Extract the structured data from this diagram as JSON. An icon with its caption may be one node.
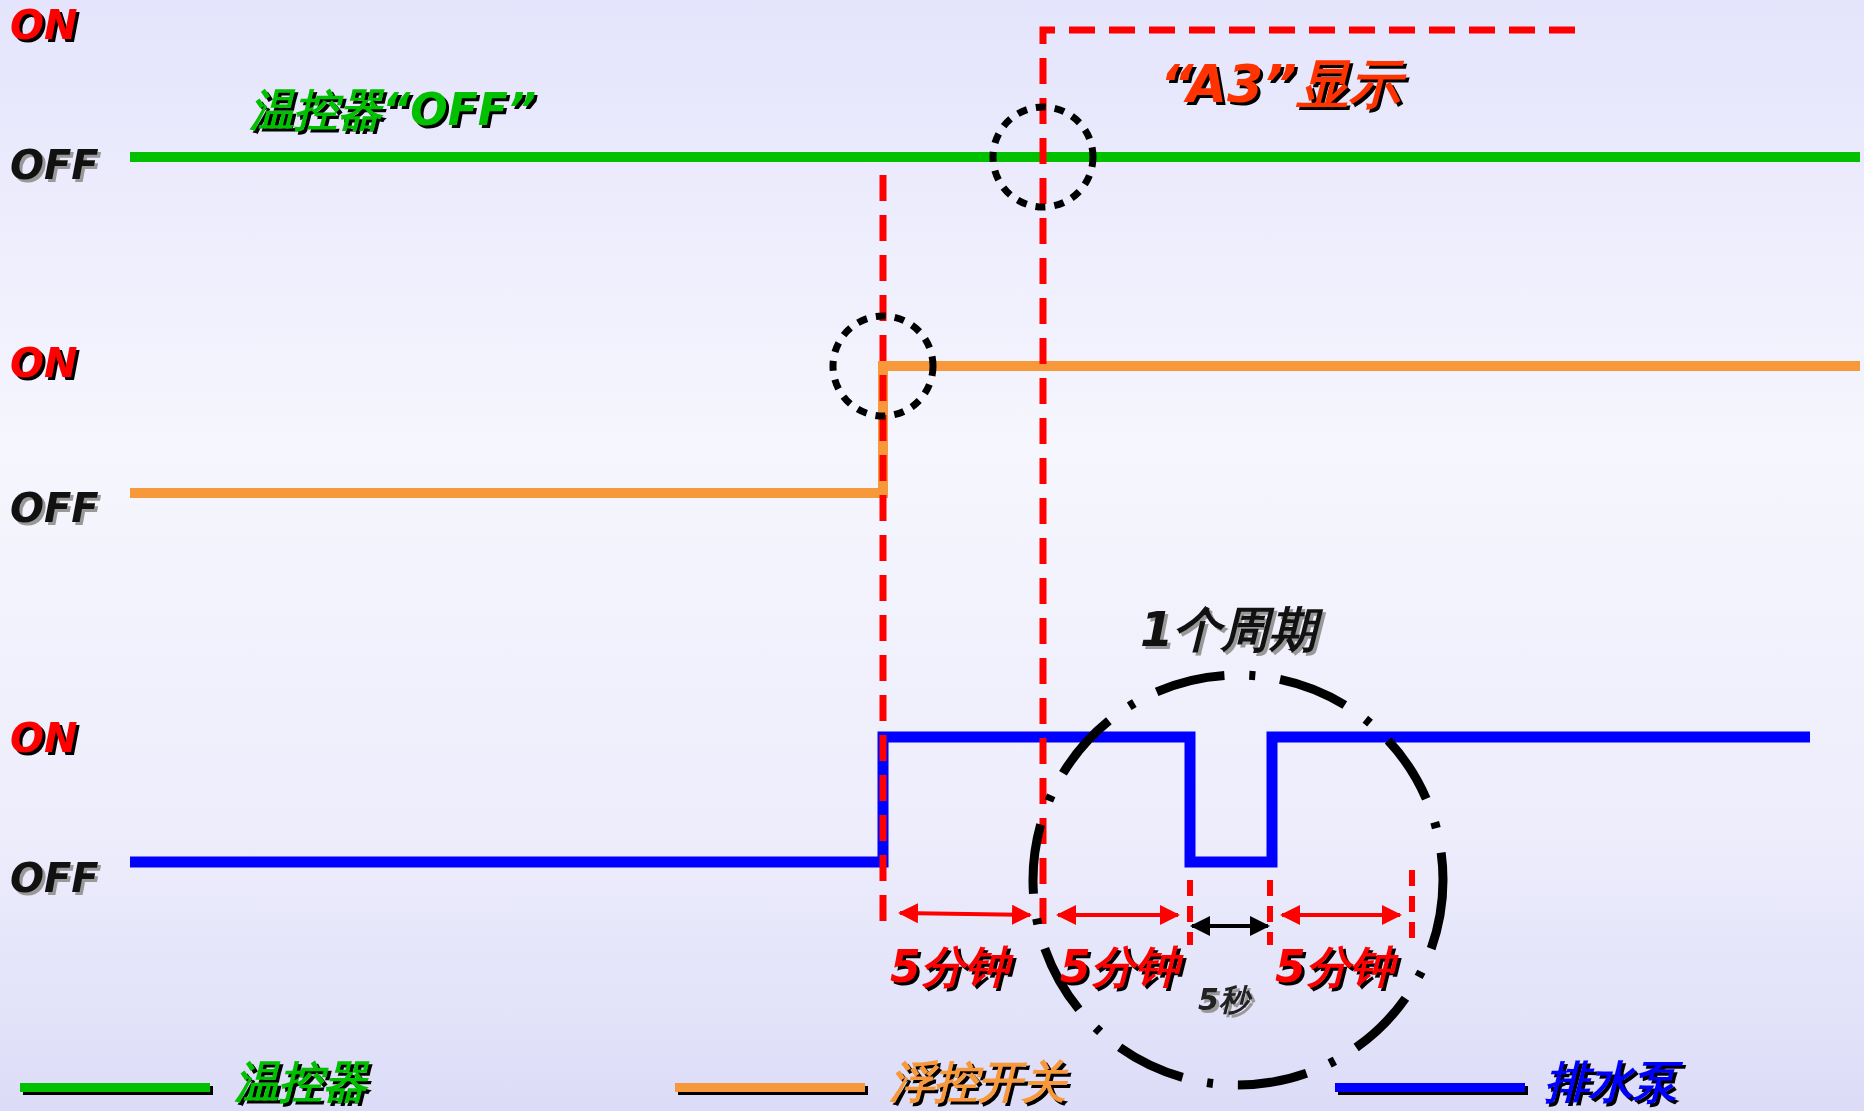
{
  "diagram": {
    "labels": [
      "ON",
      "OFF",
      "温控器“OFF”",
      "“A3”显示",
      "ON",
      "OFF",
      "1个周期",
      "ON",
      "OFF",
      "5分钟",
      "5分钟",
      "5秒",
      "5分钟"
    ],
    "legend": [
      {
        "text": "温控器",
        "color": "#00c000"
      },
      {
        "text": "浮控开关",
        "color": "#f7993a"
      },
      {
        "text": "排水泵",
        "color": "#0000ff"
      }
    ]
  }
}
